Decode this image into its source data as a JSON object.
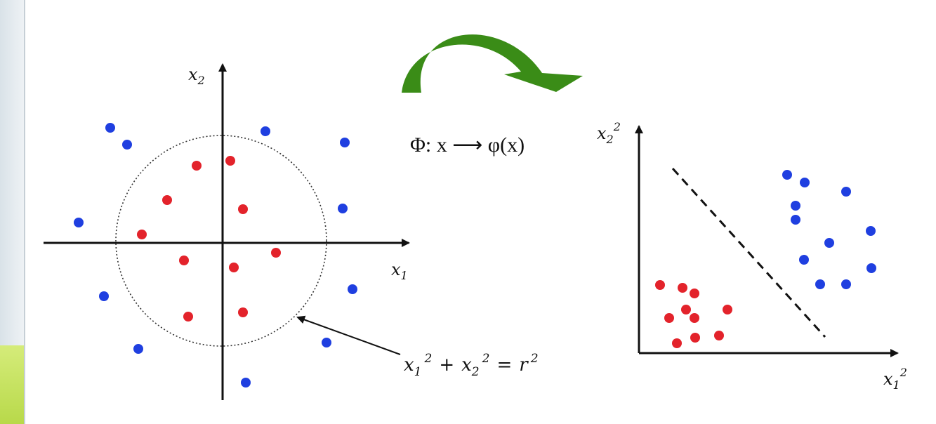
{
  "left_plot": {
    "x_label": "x",
    "x_sub": "1",
    "y_label": "x",
    "y_sub": "2",
    "circle_equation": {
      "a": "x",
      "a_sub": "1",
      "a_sup": "2",
      "plus": "+",
      "b": "x",
      "b_sub": "2",
      "b_sup": "2",
      "eq": "=",
      "c": "r",
      "c_sup": "2"
    }
  },
  "mapping_label": "Φ:  x ⟶ φ(x)",
  "right_plot": {
    "x_label": "x",
    "x_sub": "1",
    "x_sup": "2",
    "y_label": "x",
    "y_sub": "2",
    "y_sup": "2"
  },
  "colors": {
    "class_inside": "#e3232b",
    "class_outside": "#1f3fe0",
    "arrow": "#3d8f1c",
    "sidebar_accent": "#c6e060"
  },
  "icons": [
    "curved-arrow-icon"
  ]
}
